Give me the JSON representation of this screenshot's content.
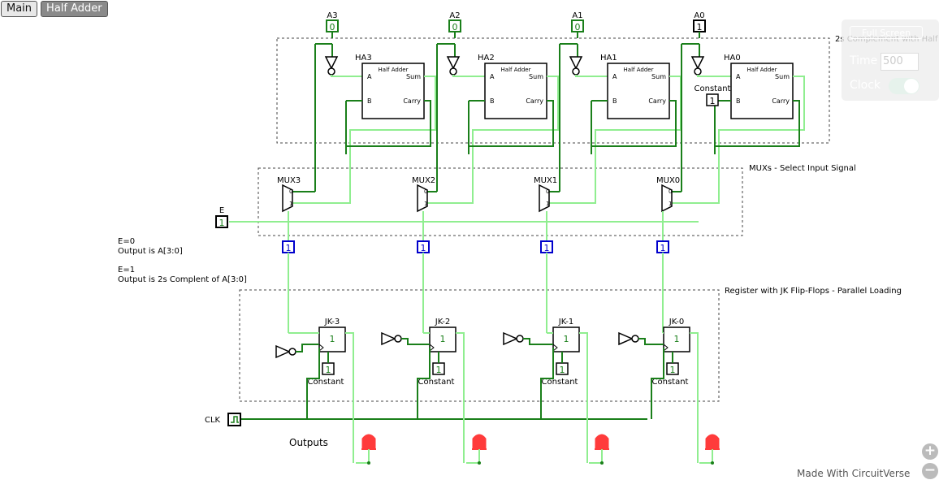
{
  "tabs": [
    {
      "label": "Main",
      "active": false
    },
    {
      "label": "Half Adder",
      "active": true
    }
  ],
  "panel": {
    "button": "Full Screen",
    "time_label": "Time",
    "time_value": "500",
    "clock_label": "Clock"
  },
  "inputs": [
    "A3",
    "A2",
    "A1",
    "A0"
  ],
  "input_values": [
    "0",
    "0",
    "0",
    "1"
  ],
  "half_adders": [
    "HA3",
    "HA2",
    "HA1",
    "HA0"
  ],
  "ha_title": "Half Adder",
  "ha_ports": {
    "a": "A",
    "b": "B",
    "sum": "Sum",
    "carry": "Carry"
  },
  "muxes": [
    "MUX3",
    "MUX2",
    "MUX1",
    "MUX0"
  ],
  "flip_flops": [
    "JK-3",
    "JK-2",
    "JK-1",
    "JK-0"
  ],
  "constant_label": "Constant",
  "constant_value": "1",
  "ff_value": "1",
  "probe_value": "1",
  "mux_ports": {
    "sel0": "0",
    "sel1": "1"
  },
  "enable": {
    "label": "E",
    "value": "1"
  },
  "clock_label": "CLK",
  "notes": {
    "e0": "E=0",
    "e0_desc": "Output is A[3:0]",
    "e1": "E=1",
    "e1_desc": "Output is 2s Complent of A[3:0]"
  },
  "box_titles": {
    "adders": "2s Complement with Half",
    "muxes": "MUXs - Select Input Signal",
    "register": "Register with JK Flip-Flops - Parallel Loading"
  },
  "outputs_label": "Outputs",
  "credit": "Made With CircuitVerse",
  "colors": {
    "wire_high": "#1a7f1a",
    "wire_low": "#90ee90",
    "probe": "#0000cc",
    "led": "#ff3b3b",
    "box_border": "#444444"
  }
}
